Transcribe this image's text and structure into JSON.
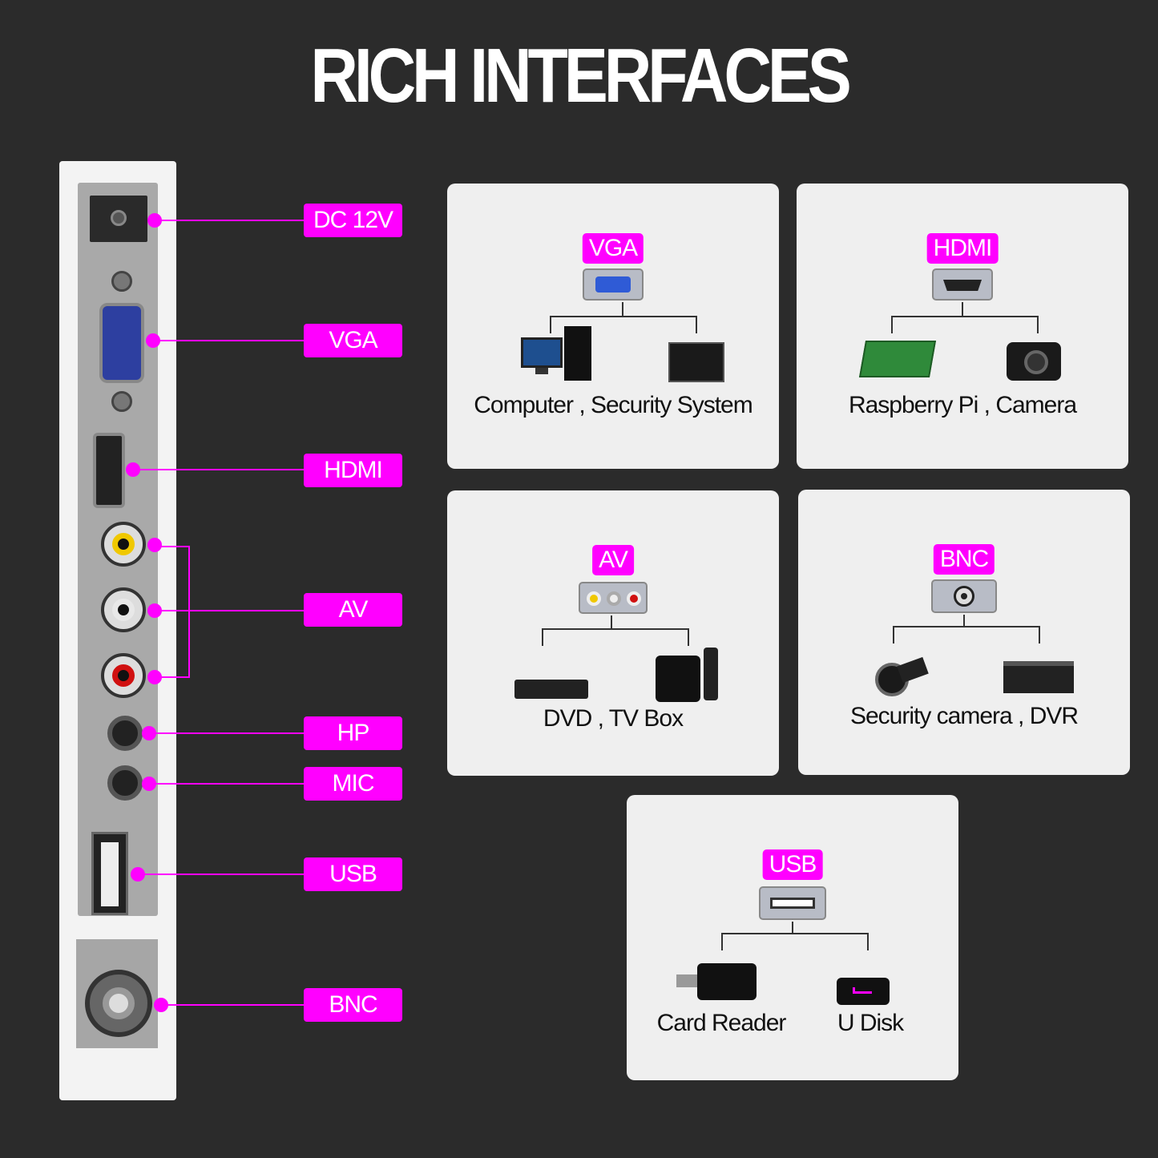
{
  "title": "RICH INTERFACES",
  "ports": {
    "dc": "DC 12V",
    "vga": "VGA",
    "hdmi": "HDMI",
    "av": "AV",
    "hp": "HP",
    "mic": "MIC",
    "usb": "USB",
    "bnc": "BNC"
  },
  "cards": {
    "vga": {
      "tag": "VGA",
      "caption": "Computer , Security System"
    },
    "hdmi": {
      "tag": "HDMI",
      "caption": "Raspberry Pi ,  Camera"
    },
    "av": {
      "tag": "AV",
      "caption": "DVD ,  TV Box"
    },
    "bnc": {
      "tag": "BNC",
      "caption": "Security camera , DVR"
    },
    "usb": {
      "tag": "USB",
      "caption_left": "Card Reader",
      "caption_right": "U Disk"
    }
  },
  "colors": {
    "accent": "#ff00ff",
    "background": "#2b2b2b",
    "card": "#efefef"
  }
}
